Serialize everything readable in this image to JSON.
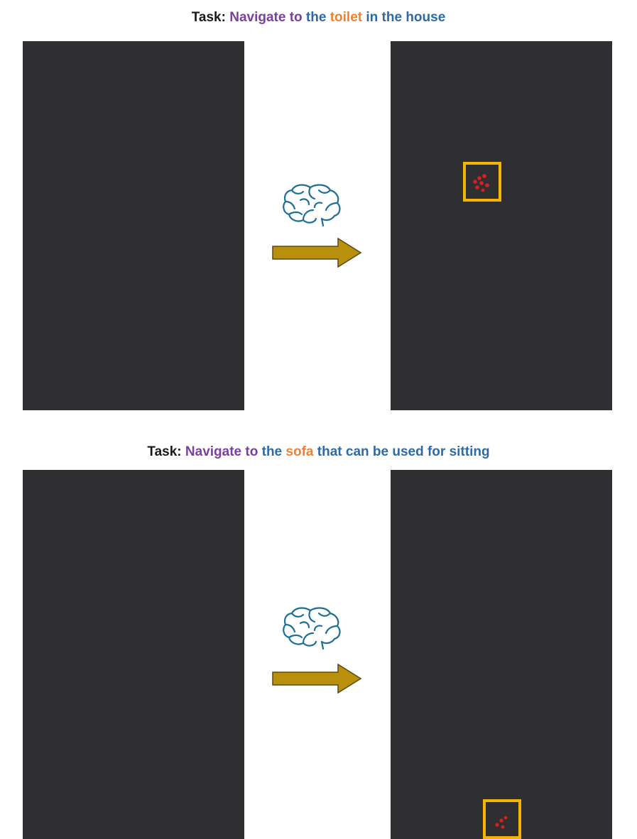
{
  "colors": {
    "label": "#1a1a1a",
    "verb": "#7b3fa0",
    "article": "#2f6aa3",
    "object": "#e8843a",
    "rest": "#2f6aa3",
    "arrow_fill": "#b8900c",
    "arrow_stroke": "#5a4a10",
    "box": "#f5b400",
    "points": "#d82020",
    "brain": "#1e6e96"
  },
  "icons": [
    "brain-icon",
    "right-arrow-icon",
    "target-box-icon"
  ],
  "panels": [
    {
      "task": {
        "label": "Task:",
        "verb": "Navigate to",
        "article": "the",
        "object": "toilet",
        "rest": "in the house"
      }
    },
    {
      "task": {
        "label": "Task:",
        "verb": "Navigate to",
        "article": "the",
        "object": "sofa",
        "rest": "that can be used for sitting"
      }
    }
  ]
}
